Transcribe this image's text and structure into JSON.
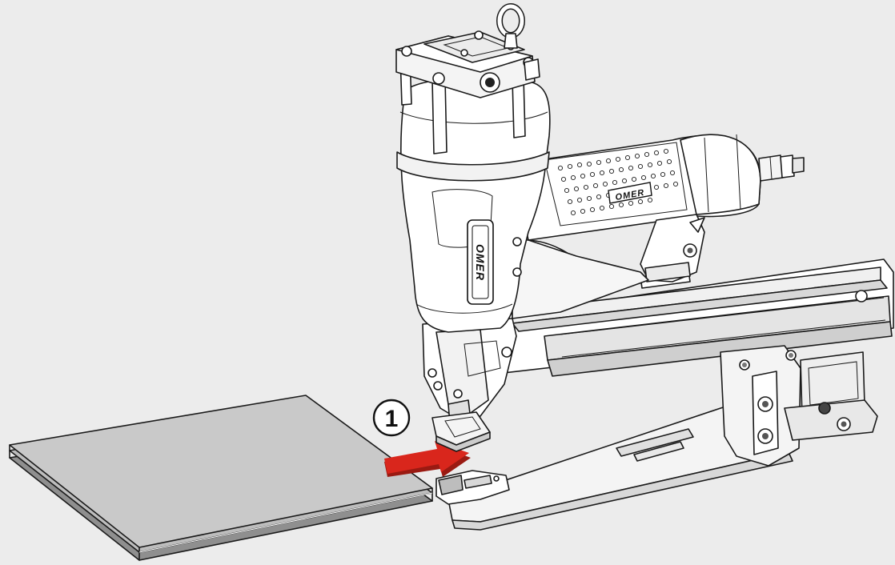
{
  "step": {
    "number": "1"
  },
  "tool": {
    "brand_label_handle": "OMER",
    "brand_label_body": "OMER"
  },
  "colors": {
    "background": "#ececec",
    "arrow": "#d9261c",
    "arrow_shadow": "#9a1a12",
    "workpiece": "#c9c9c9",
    "tool_body": "#ffffff",
    "outline": "#1a1a1a"
  },
  "icons": [
    "eye-bolt-icon",
    "arrow-right-icon",
    "step-number-icon"
  ]
}
